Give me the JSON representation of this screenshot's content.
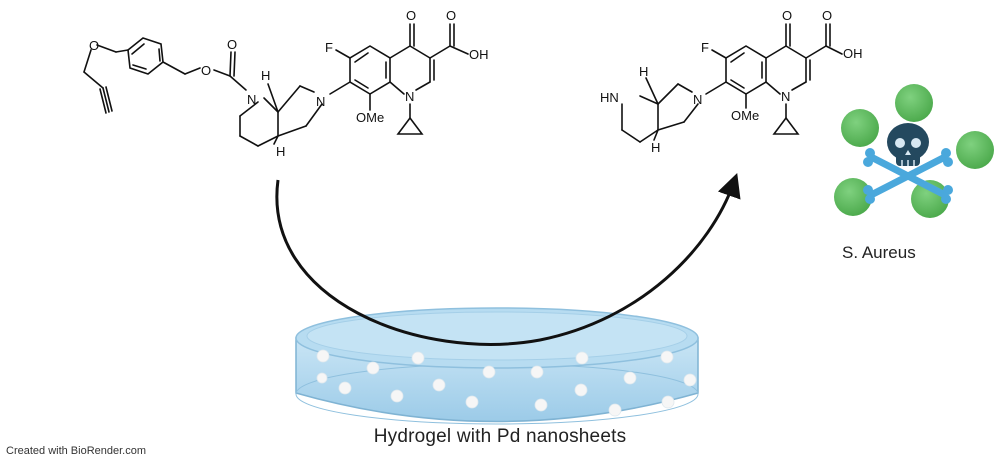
{
  "reactant": {
    "atoms": {
      "O": "O",
      "N": "N",
      "F": "F",
      "H": "H",
      "OH": "OH",
      "OMe": "OMe"
    }
  },
  "product": {
    "atoms": {
      "HN": "HN",
      "N": "N",
      "F": "F",
      "H": "H",
      "O": "O",
      "OH": "OH",
      "OMe": "OMe"
    }
  },
  "bacteria": {
    "label": "S. Aureus",
    "cell_color": "#5cb85c",
    "skull_color": "#24495f",
    "bone_color": "#4aa8dc"
  },
  "hydrogel": {
    "caption": "Hydrogel with Pd nanosheets",
    "gel_color": "#a9d3ec",
    "particle_color": "#f4f4f4"
  },
  "arrow": {
    "color": "#111111"
  },
  "credit": "Created with BioRender.com"
}
